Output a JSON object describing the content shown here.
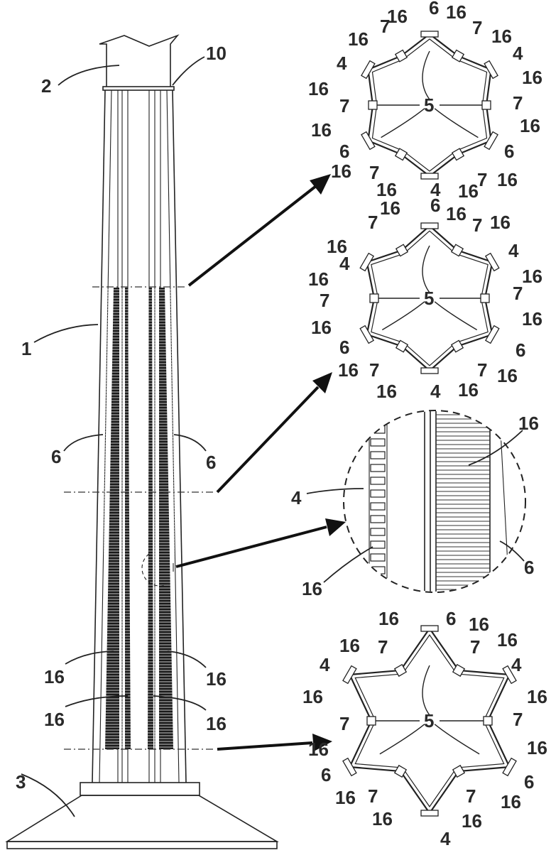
{
  "figure": {
    "labels": [
      "1",
      "2",
      "3",
      "4",
      "5",
      "6",
      "7",
      "10",
      "16"
    ]
  }
}
